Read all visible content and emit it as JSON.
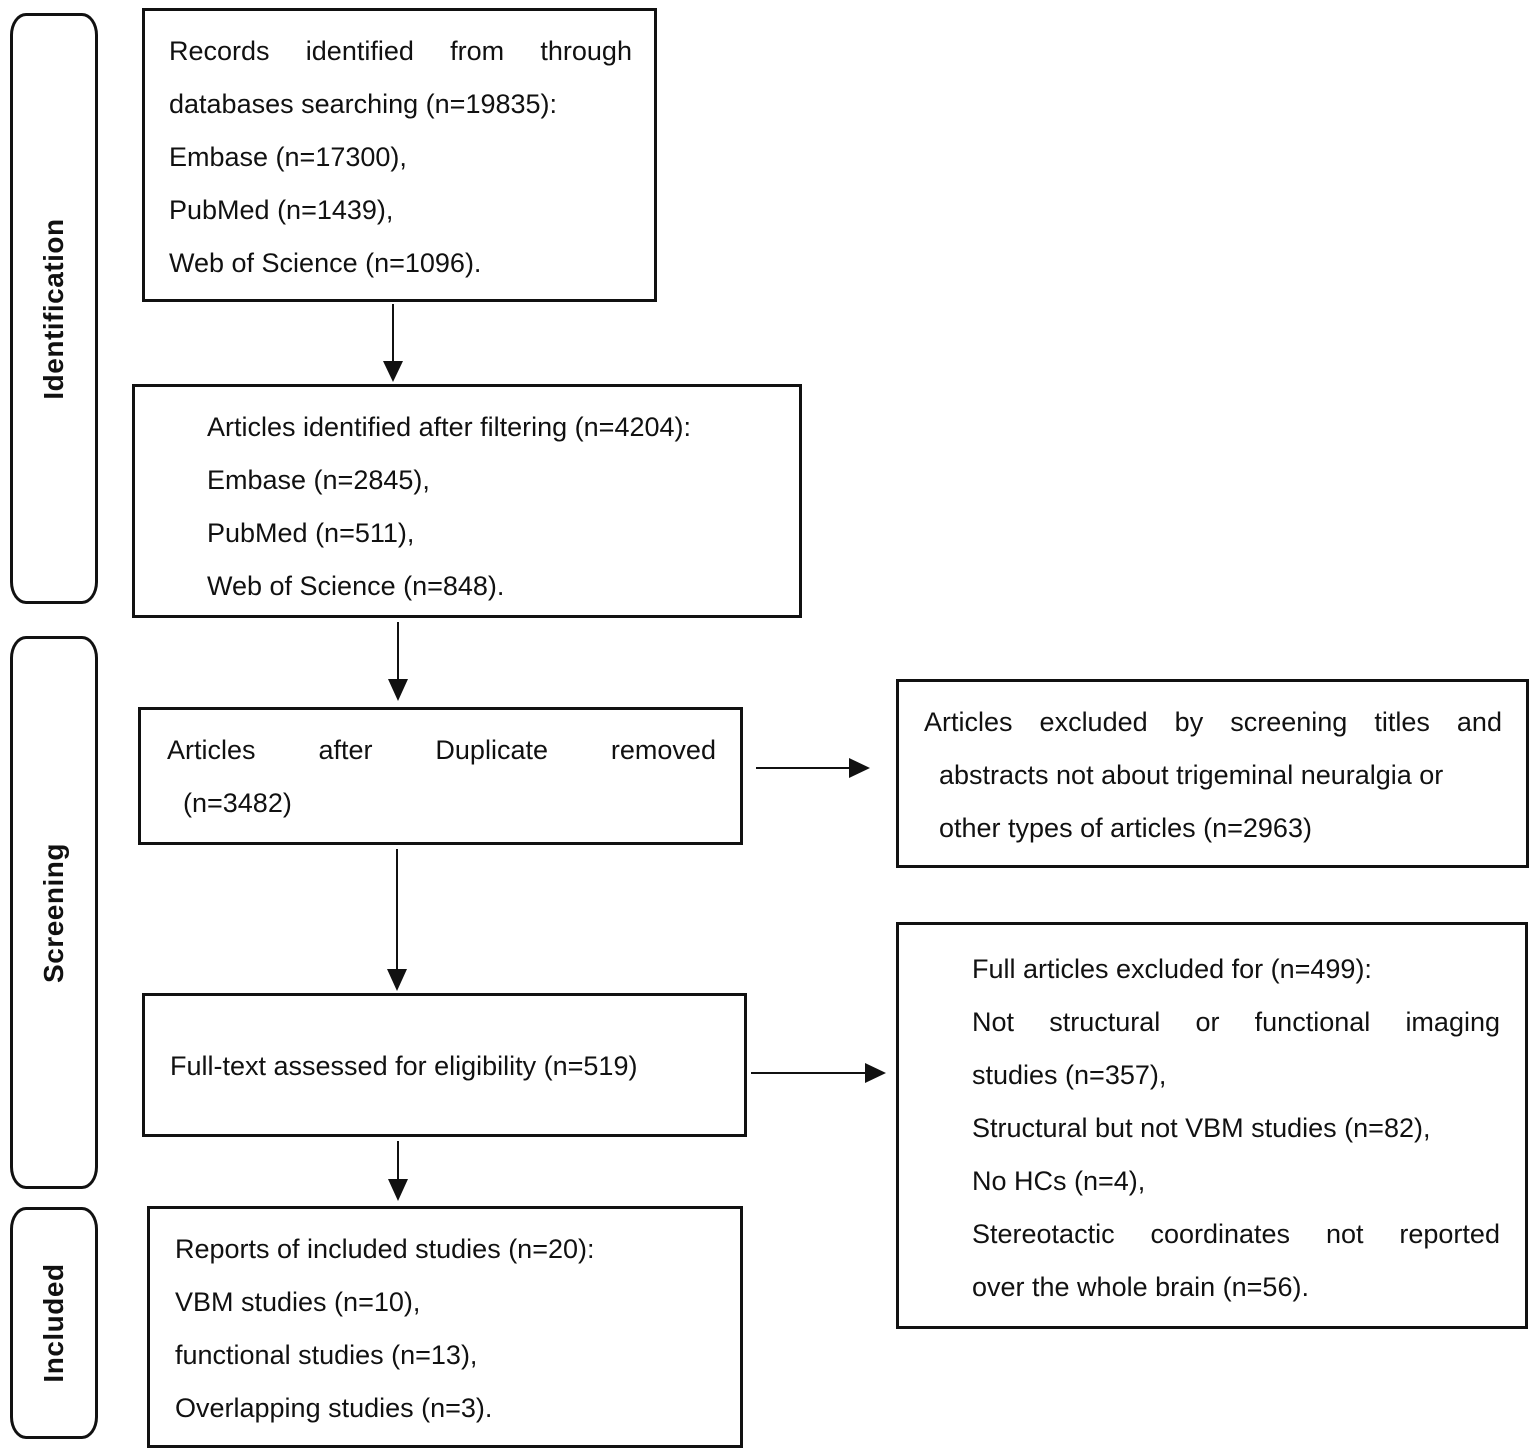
{
  "stages": {
    "identification": "Identification",
    "screening": "Screening",
    "included": "Included"
  },
  "records_box": {
    "line1_words": [
      "Records",
      "identified",
      "from",
      "through"
    ],
    "line2": "databases searching (n=19835):",
    "line3": "Embase (n=17300),",
    "line4": "PubMed (n=1439),",
    "line5": "Web of Science (n=1096)."
  },
  "filtered_box": {
    "line1": "Articles identified after filtering (n=4204):",
    "line2": "Embase (n=2845),",
    "line3": "PubMed (n=511),",
    "line4": "Web of Science (n=848)."
  },
  "duplicate_box": {
    "line1_words": [
      "Articles",
      "after",
      "Duplicate",
      "removed"
    ],
    "line2": "(n=3482)"
  },
  "excluded_titles_box": {
    "line1_words": [
      "Articles",
      "excluded",
      "by",
      "screening",
      "titles",
      "and"
    ],
    "line2": "abstracts not about trigeminal neuralgia or",
    "line3": "other types of articles (n=2963)"
  },
  "fulltext_box": {
    "line1": "Full-text assessed for eligibility (n=519)"
  },
  "excluded_full_box": {
    "line1": "Full articles excluded for (n=499):",
    "line2_words": [
      "Not",
      "structural",
      "or",
      "functional",
      "imaging"
    ],
    "line3": "studies (n=357),",
    "line4": "Structural but not VBM studies (n=82),",
    "line5": "No HCs (n=4),",
    "line6_words": [
      "Stereotactic",
      "coordinates",
      "not",
      "reported"
    ],
    "line7": "over the whole brain (n=56)."
  },
  "included_box": {
    "line1": "Reports of included studies (n=20):",
    "line2": "VBM studies (n=10),",
    "line3": "functional studies (n=13),",
    "line4": "Overlapping studies (n=3)."
  }
}
